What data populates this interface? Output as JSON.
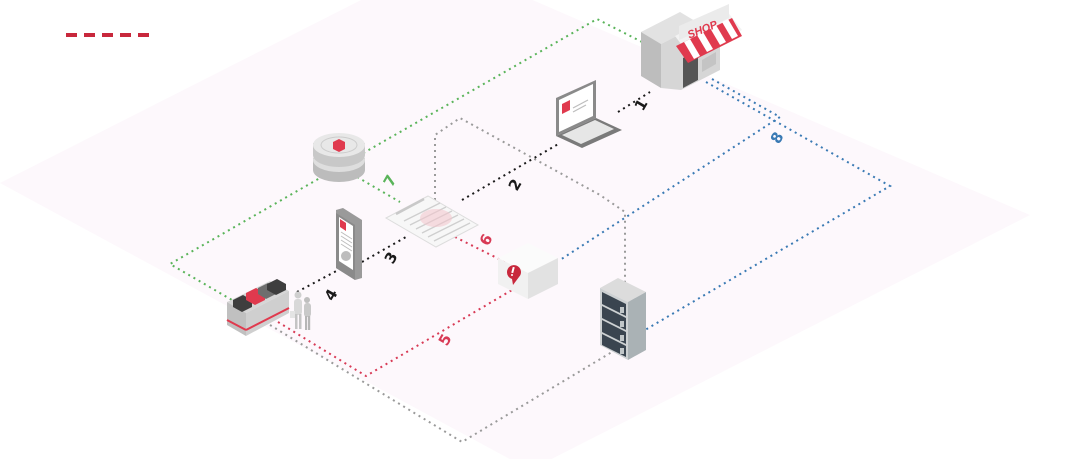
{
  "legend": {
    "swatch_color": "#c8283c",
    "style": "dashed"
  },
  "colors": {
    "floor": "#fdf9fc",
    "flow_black": "#1a1a1a",
    "flow_red": "#d83a55",
    "flow_green": "#5ab45a",
    "flow_blue": "#3a7ab4",
    "flow_gray": "#9a9a9a",
    "accent": "#e03a4e"
  },
  "nodes": {
    "shop": {
      "label": "SHOP",
      "icon": "storefront-icon"
    },
    "laptop": {
      "icon": "laptop-icon"
    },
    "document": {
      "icon": "document-icon"
    },
    "phone": {
      "icon": "mobile-phone-icon"
    },
    "pos": {
      "icon": "pos-terminal-icon"
    },
    "customers": {
      "icon": "people-icon"
    },
    "vault": {
      "icon": "token-vault-icon"
    },
    "cube": {
      "icon": "alert-cube-icon"
    },
    "server": {
      "icon": "server-rack-icon"
    }
  },
  "steps": [
    {
      "id": "1",
      "label": "1",
      "color": "#1a1a1a"
    },
    {
      "id": "2",
      "label": "2",
      "color": "#1a1a1a"
    },
    {
      "id": "3",
      "label": "3",
      "color": "#1a1a1a"
    },
    {
      "id": "4",
      "label": "4",
      "color": "#1a1a1a"
    },
    {
      "id": "5",
      "label": "5",
      "color": "#d83a55"
    },
    {
      "id": "6",
      "label": "6",
      "color": "#d83a55"
    },
    {
      "id": "7",
      "label": "7",
      "color": "#5ab45a"
    },
    {
      "id": "8",
      "label": "8",
      "color": "#3a7ab4"
    }
  ]
}
